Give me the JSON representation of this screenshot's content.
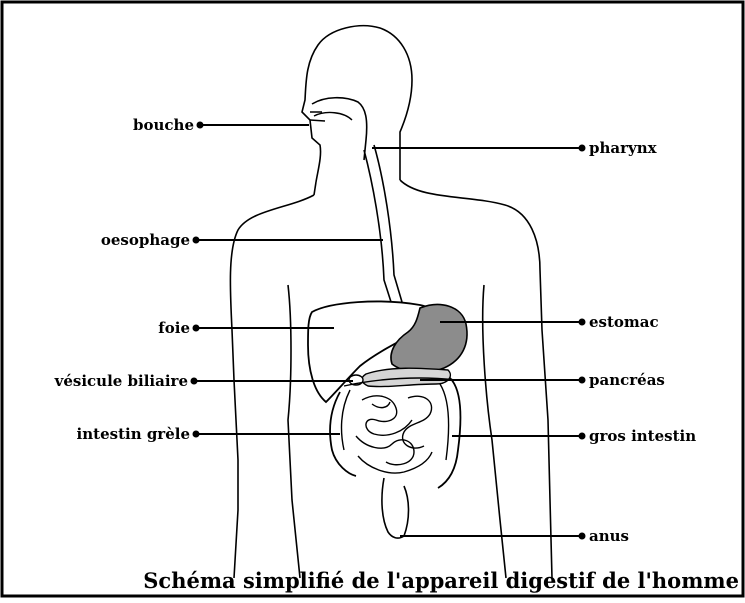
{
  "diagram": {
    "caption": "Schéma simplifié de l'appareil digestif de l'homme",
    "labels": {
      "bouche": "bouche",
      "pharynx": "pharynx",
      "oesophage": "oesophage",
      "foie": "foie",
      "estomac": "estomac",
      "vesicule": "vésicule biliaire",
      "pancreas": "pancréas",
      "intestin_grele": "intestin grèle",
      "gros_intestin": "gros intestin",
      "anus": "anus"
    },
    "colors": {
      "outline": "#000000",
      "stomach_fill": "#8c8c8c",
      "pancreas_fill": "#d6d6d6",
      "background": "#ffffff"
    }
  }
}
